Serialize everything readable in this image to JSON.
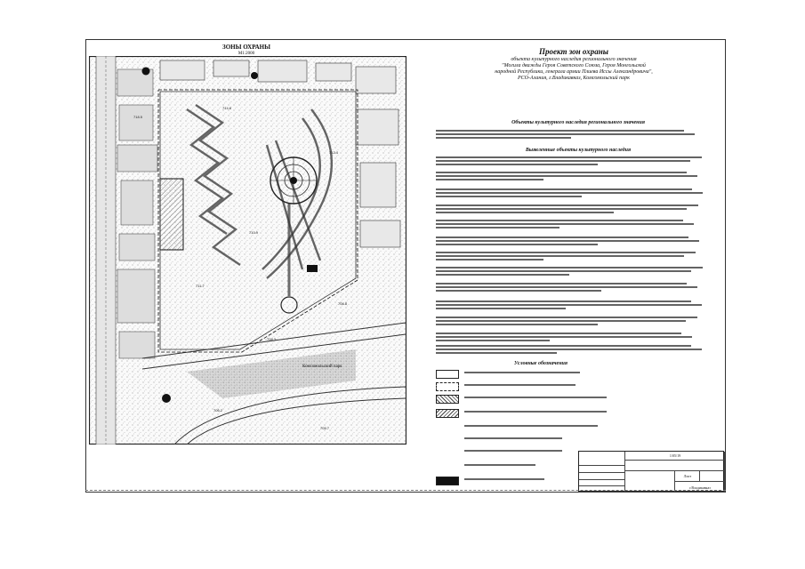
{
  "header": {
    "title": "Проект зон охраны",
    "line1": "объекта культурного наследия регионального значения",
    "line2": "\"Могила дважды Героя Советского Союза, Героя Монгольской",
    "line3": "народной Республики, генерала армии Плиева Иссы Александровича\",",
    "line4": "РСО-Алания, г.Владикавказ, Комсомольский парк"
  },
  "map": {
    "title": "ЗОНЫ ОХРАНЫ",
    "scale": "М1:2000",
    "label_park": "Комсомольский парк"
  },
  "blocks": {
    "b1_heading": "Объекты культурного наследия регионального значения",
    "b2_heading": "Выявленные объекты культурного наследия",
    "legend_heading": "Условные обозначения"
  },
  "stamp": {
    "top_code": "1/05/19",
    "sheet_label": "Лист",
    "org": "г.Владикавказ"
  },
  "colors": {
    "ink": "#111111",
    "map_hatch": "#6b6b6b",
    "zone_fill": "#bdbdbd"
  }
}
